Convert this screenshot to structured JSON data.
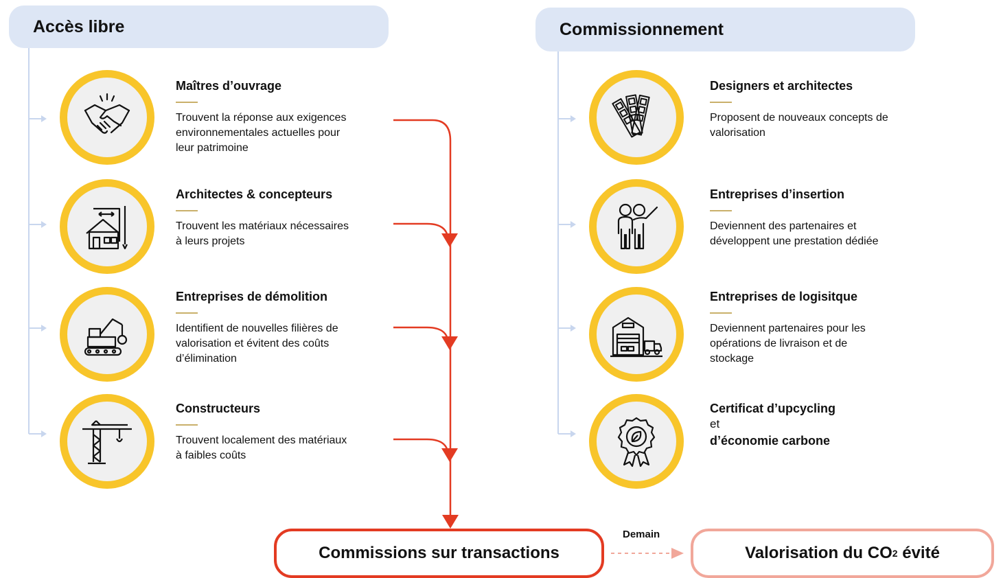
{
  "left": {
    "header": "Accès libre",
    "items": [
      {
        "icon": "handshake-icon",
        "title": "Maîtres d’ouvrage",
        "lines": [
          "Trouvent la réponse aux exigences",
          "environnementales actuelles pour",
          "leur patrimoine"
        ]
      },
      {
        "icon": "house-blueprint-icon",
        "title": "Architectes & concepteurs",
        "lines": [
          "Trouvent les matériaux nécessaires",
          "à leurs projets"
        ]
      },
      {
        "icon": "excavator-icon",
        "title": "Entreprises de démolition",
        "lines": [
          "Identifient de nouvelles filières de",
          "valorisation et évitent des coûts",
          "d’élimination"
        ]
      },
      {
        "icon": "crane-icon",
        "title": "Constructeurs",
        "lines": [
          "Trouvent localement des matériaux",
          "à faibles coûts"
        ]
      }
    ]
  },
  "right": {
    "header": "Commissionnement",
    "items": [
      {
        "icon": "color-swatches-icon",
        "title": "Designers et architectes",
        "lines": [
          "Proposent de nouveaux concepts de",
          "valorisation"
        ]
      },
      {
        "icon": "people-pointing-icon",
        "title": "Entreprises d’insertion",
        "lines": [
          "Deviennent des partenaires et",
          "développent une prestation dédiée"
        ]
      },
      {
        "icon": "warehouse-truck-icon",
        "title": "Entreprises de logisitque",
        "lines": [
          "Deviennent partenaires pour les",
          "opérations de livraison et de",
          "stockage"
        ]
      },
      {
        "icon": "certificate-leaf-icon",
        "title": "Certificat d’upcycling",
        "lines": [
          "et"
        ],
        "extra_bold": "d’économie carbone"
      }
    ]
  },
  "bottom": {
    "commissions": "Commissions sur transactions",
    "demain": "Demain",
    "valorisation_prefix": "Valorisation du CO",
    "valorisation_sub": "2",
    "valorisation_suffix": " évité"
  },
  "colors": {
    "header_bg": "#dde6f5",
    "ring": "#f8c52a",
    "arrow": "#e33b22",
    "future": "#f1a79a",
    "connector": "#c8d6ee",
    "underline": "#c9b06a"
  }
}
